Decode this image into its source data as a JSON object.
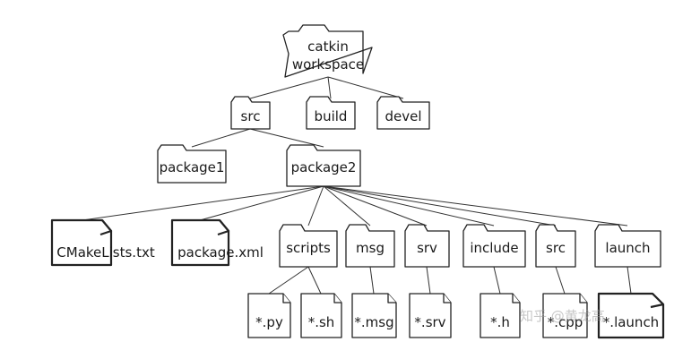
{
  "diagram": {
    "nodes": {
      "workspace": {
        "label_line1": "catkin",
        "label_line2": "workspace",
        "icon": "open-folder-icon"
      },
      "src": {
        "label": "src",
        "icon": "folder-icon"
      },
      "build": {
        "label": "build",
        "icon": "folder-icon"
      },
      "devel": {
        "label": "devel",
        "icon": "folder-icon"
      },
      "package1": {
        "label": "package1",
        "icon": "folder-icon"
      },
      "package2": {
        "label": "package2",
        "icon": "folder-icon"
      },
      "cmakelists": {
        "label": "CMakeLists.txt",
        "icon": "file-icon"
      },
      "packagexml": {
        "label": "package.xml",
        "icon": "file-icon"
      },
      "scripts": {
        "label": "scripts",
        "icon": "folder-icon"
      },
      "msg": {
        "label": "msg",
        "icon": "folder-icon"
      },
      "srv": {
        "label": "srv",
        "icon": "folder-icon"
      },
      "include": {
        "label": "include",
        "icon": "folder-icon"
      },
      "src2": {
        "label": "src",
        "icon": "folder-icon"
      },
      "launch": {
        "label": "launch",
        "icon": "folder-icon"
      },
      "py": {
        "label": "*.py",
        "icon": "file-icon"
      },
      "sh": {
        "label": "*.sh",
        "icon": "file-icon"
      },
      "msgfile": {
        "label": "*.msg",
        "icon": "file-icon"
      },
      "srvfile": {
        "label": "*.srv",
        "icon": "file-icon"
      },
      "hfile": {
        "label": "*.h",
        "icon": "file-icon"
      },
      "cppfile": {
        "label": "*.cpp",
        "icon": "file-icon"
      },
      "launchfile": {
        "label": "*.launch",
        "icon": "file-icon"
      }
    },
    "edges": [
      [
        "workspace",
        "src"
      ],
      [
        "workspace",
        "build"
      ],
      [
        "workspace",
        "devel"
      ],
      [
        "src",
        "package1"
      ],
      [
        "src",
        "package2"
      ],
      [
        "package2",
        "cmakelists"
      ],
      [
        "package2",
        "packagexml"
      ],
      [
        "package2",
        "scripts"
      ],
      [
        "package2",
        "msg"
      ],
      [
        "package2",
        "srv"
      ],
      [
        "package2",
        "include"
      ],
      [
        "package2",
        "src2"
      ],
      [
        "package2",
        "launch"
      ],
      [
        "scripts",
        "py"
      ],
      [
        "scripts",
        "sh"
      ],
      [
        "msg",
        "msgfile"
      ],
      [
        "srv",
        "srvfile"
      ],
      [
        "include",
        "hfile"
      ],
      [
        "src2",
        "cppfile"
      ],
      [
        "launch",
        "launchfile"
      ]
    ]
  },
  "watermark": {
    "text": "知乎 @黄龙高"
  }
}
